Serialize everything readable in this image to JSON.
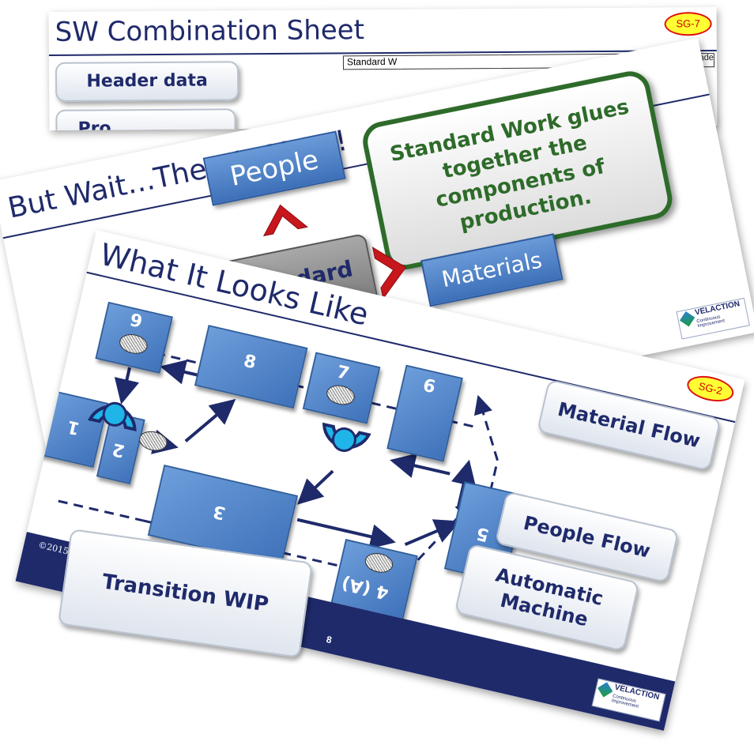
{
  "slide_back": {
    "title": "SW Combination Sheet",
    "badge": "SG-7",
    "header_callout": "Header data",
    "second_callout_partial": "Pro",
    "table_header_partial": "Standard W",
    "table_right_partial": "nnade"
  },
  "slide_middle": {
    "title": "But Wait…There’s More!",
    "people_box": "People",
    "materials_box": "Materials",
    "center_box_partial": "andard",
    "quote": "Standard Work glues together the components of production.",
    "logo_name": "VELACTION",
    "logo_tagline": "Continuous Improvement"
  },
  "slide_front": {
    "title": "What It Looks Like",
    "badge": "SG-2",
    "stations": {
      "s1": "1",
      "s2": "2",
      "s3": "3",
      "s4": "4 (A)",
      "s5": "5",
      "s6": "6",
      "s7": "7",
      "s8": "8",
      "s9": "9"
    },
    "callouts": {
      "material_flow": "Material Flow",
      "people_flow": "People Flow",
      "automatic_machine": "Automatic Machine",
      "transition_wip": "Transition WIP"
    },
    "copyright": "©2015 www.velaction.com",
    "page_number": "8",
    "logo_name": "VELACTION",
    "logo_tagline": "Continuous Improvement"
  },
  "colors": {
    "navy": "#1f2a6b",
    "station_blue": "#4f83c8",
    "quote_green": "#2e6b2a",
    "badge_yellow": "#ffff33",
    "chevron_red": "#c8161d",
    "operator_cyan": "#1fb5e8"
  }
}
